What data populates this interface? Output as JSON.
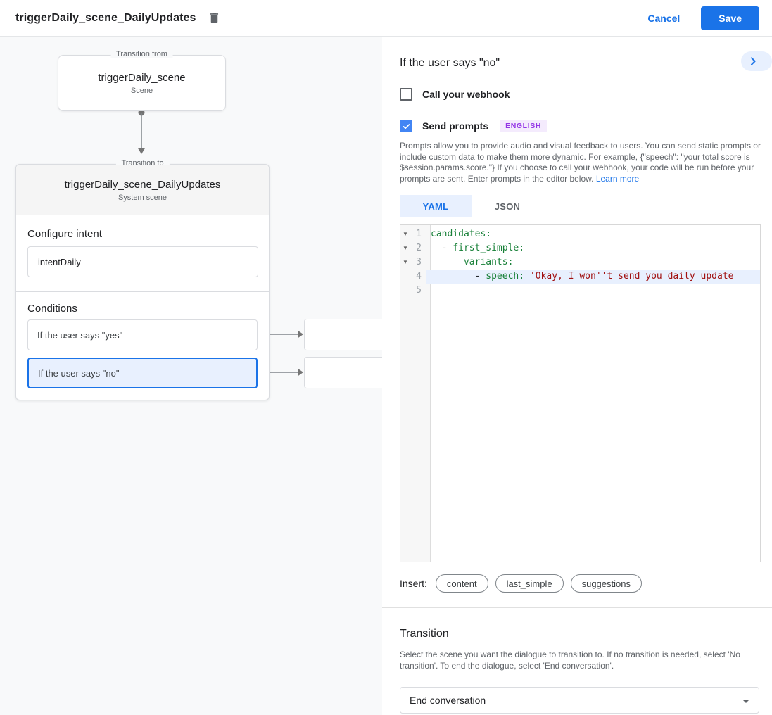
{
  "header": {
    "title": "triggerDaily_scene_DailyUpdates",
    "cancel": "Cancel",
    "save": "Save"
  },
  "flow": {
    "from": {
      "legend": "Transition from",
      "title": "triggerDaily_scene",
      "subtitle": "Scene"
    },
    "to": {
      "legend": "Transition to",
      "title": "triggerDaily_scene_DailyUpdates",
      "subtitle": "System scene"
    },
    "configure_intent": {
      "heading": "Configure intent",
      "value": "intentDaily"
    },
    "conditions": {
      "heading": "Conditions",
      "items": [
        {
          "label": "If the user says \"yes\"",
          "selected": false
        },
        {
          "label": "If the user says \"no\"",
          "selected": true
        }
      ]
    }
  },
  "panel": {
    "title": "If the user says \"no\"",
    "webhook": {
      "label": "Call your webhook",
      "checked": false
    },
    "send_prompts": {
      "label": "Send prompts",
      "checked": true,
      "badge": "ENGLISH"
    },
    "description": "Prompts allow you to provide audio and visual feedback to users. You can send static prompts or include custom data to make them more dynamic. For example, {\"speech\": \"your total score is $session.params.score.\"} If you choose to call your webhook, your code will be run before your prompts are sent. Enter prompts in the editor below.",
    "learn_more": "Learn more",
    "tabs": {
      "yaml": "YAML",
      "json": "JSON",
      "active": "YAML"
    },
    "editor": {
      "lines": [
        {
          "num": "1",
          "fold": "▼",
          "indent": "",
          "dash": "",
          "key": "candidates:",
          "string": "",
          "active": false
        },
        {
          "num": "2",
          "fold": "▼",
          "indent": "  ",
          "dash": "- ",
          "key": "first_simple:",
          "string": "",
          "active": false
        },
        {
          "num": "3",
          "fold": "▼",
          "indent": "      ",
          "dash": "",
          "key": "variants:",
          "string": "",
          "active": false
        },
        {
          "num": "4",
          "fold": "",
          "indent": "        ",
          "dash": "- ",
          "key": "speech:",
          "string": " 'Okay, I won''t send you daily update",
          "active": true
        },
        {
          "num": "5",
          "fold": "",
          "indent": "",
          "dash": "",
          "key": "",
          "string": "",
          "active": false
        }
      ]
    },
    "insert": {
      "label": "Insert:",
      "chips": [
        "content",
        "last_simple",
        "suggestions"
      ]
    },
    "transition": {
      "heading": "Transition",
      "description": "Select the scene you want the dialogue to transition to. If no transition is needed, select 'No transition'. To end the dialogue, select 'End conversation'.",
      "value": "End conversation"
    }
  },
  "colors": {
    "accent_blue": "#1a73e8",
    "checkbox_blue": "#4285f4",
    "selected_condition_bg": "#e8f0fe",
    "badge_bg": "#f4ebfd",
    "badge_text": "#9334e6",
    "code_key_green": "#188038",
    "code_string_red": "#a11111",
    "active_line_bg": "#e8f0fe",
    "canvas_bg": "#f8f9fa"
  }
}
